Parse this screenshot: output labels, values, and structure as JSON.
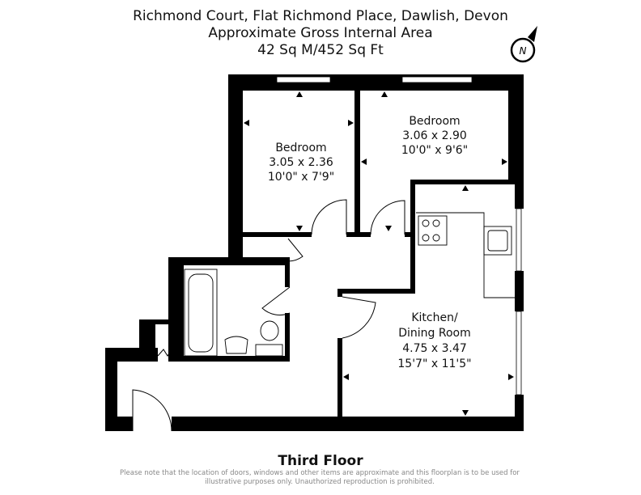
{
  "header": {
    "address": "Richmond Court, Flat Richmond Place, Dawlish, Devon",
    "area_title": "Approximate Gross Internal Area",
    "area_value": "42 Sq M/452 Sq Ft"
  },
  "compass": {
    "label": "N"
  },
  "rooms": [
    {
      "name": "Bedroom",
      "metric": "3.05 x 2.36",
      "imperial": "10'0\" x 7'9\""
    },
    {
      "name": "Bedroom",
      "metric": "3.06 x 2.90",
      "imperial": "10'0\" x 9'6\""
    },
    {
      "name_line1": "Kitchen/",
      "name_line2": "Dining Room",
      "metric": "4.75 x 3.47",
      "imperial": "15'7\" x 11'5\""
    }
  ],
  "footer": {
    "floor": "Third Floor",
    "disclaimer": "Please note that the location of doors, windows and other items are approximate and this floorplan is to be used for illustrative purposes only. Unauthorized reproduction is prohibited."
  }
}
